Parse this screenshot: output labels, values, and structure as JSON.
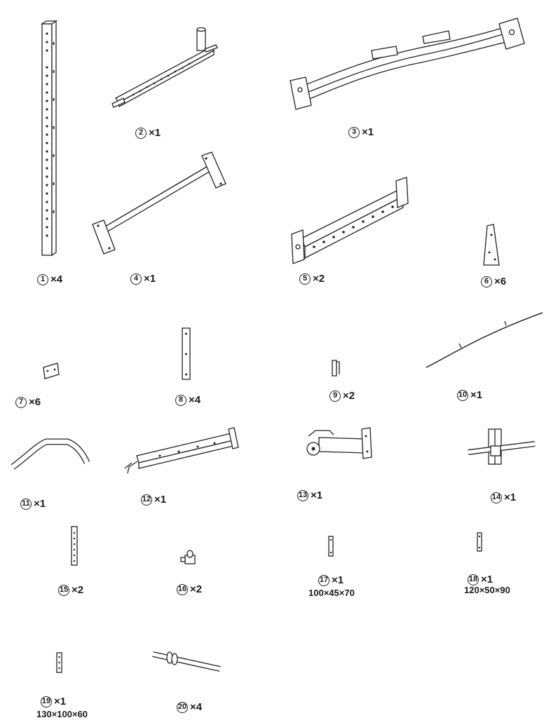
{
  "parts": [
    {
      "number": "1",
      "quantity": "×4"
    },
    {
      "number": "2",
      "quantity": "×1"
    },
    {
      "number": "3",
      "quantity": "×1"
    },
    {
      "number": "4",
      "quantity": "×1"
    },
    {
      "number": "5",
      "quantity": "×2"
    },
    {
      "number": "6",
      "quantity": "×6"
    },
    {
      "number": "7",
      "quantity": "×6"
    },
    {
      "number": "8",
      "quantity": "×4"
    },
    {
      "number": "9",
      "quantity": "×2"
    },
    {
      "number": "10",
      "quantity": "×1"
    },
    {
      "number": "11",
      "quantity": "×1"
    },
    {
      "number": "12",
      "quantity": "×1"
    },
    {
      "number": "13",
      "quantity": "×1"
    },
    {
      "number": "14",
      "quantity": "×1"
    },
    {
      "number": "15",
      "quantity": "×2"
    },
    {
      "number": "16",
      "quantity": "×2"
    },
    {
      "number": "17",
      "quantity": "×1",
      "dimensions": "100×45×70"
    },
    {
      "number": "18",
      "quantity": "×1",
      "dimensions": "120×50×90"
    },
    {
      "number": "19",
      "quantity": "×1",
      "dimensions": "130×100×60"
    },
    {
      "number": "20",
      "quantity": "×4"
    }
  ]
}
